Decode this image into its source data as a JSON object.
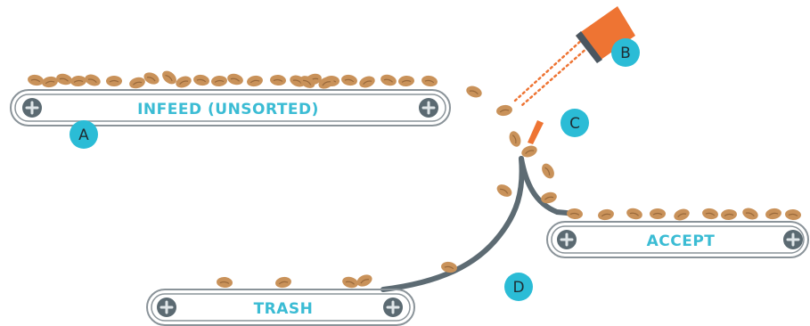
{
  "colors": {
    "belt_outline": "#8a9399",
    "label": "#3bbcd4",
    "marker_fill": "#2bbcd6",
    "marker_text": "#1f2d33",
    "roller": "#5b6a72",
    "chute": "#5d6b73",
    "camera_body": "#ee7433",
    "camera_lens": "#4a5660",
    "ejector": "#ee7433",
    "bean": "#c9925a",
    "bean_shadow": "#9a6a3c"
  },
  "belts": {
    "infeed": "INFEED (UNSORTED)",
    "accept": "ACCEPT",
    "trash": "TRASH"
  },
  "markers": {
    "a": "A",
    "b": "B",
    "c": "C",
    "d": "D"
  },
  "icons": [
    "roller-icon",
    "camera-icon",
    "air-ejector-icon",
    "coffee-bean-icon"
  ]
}
